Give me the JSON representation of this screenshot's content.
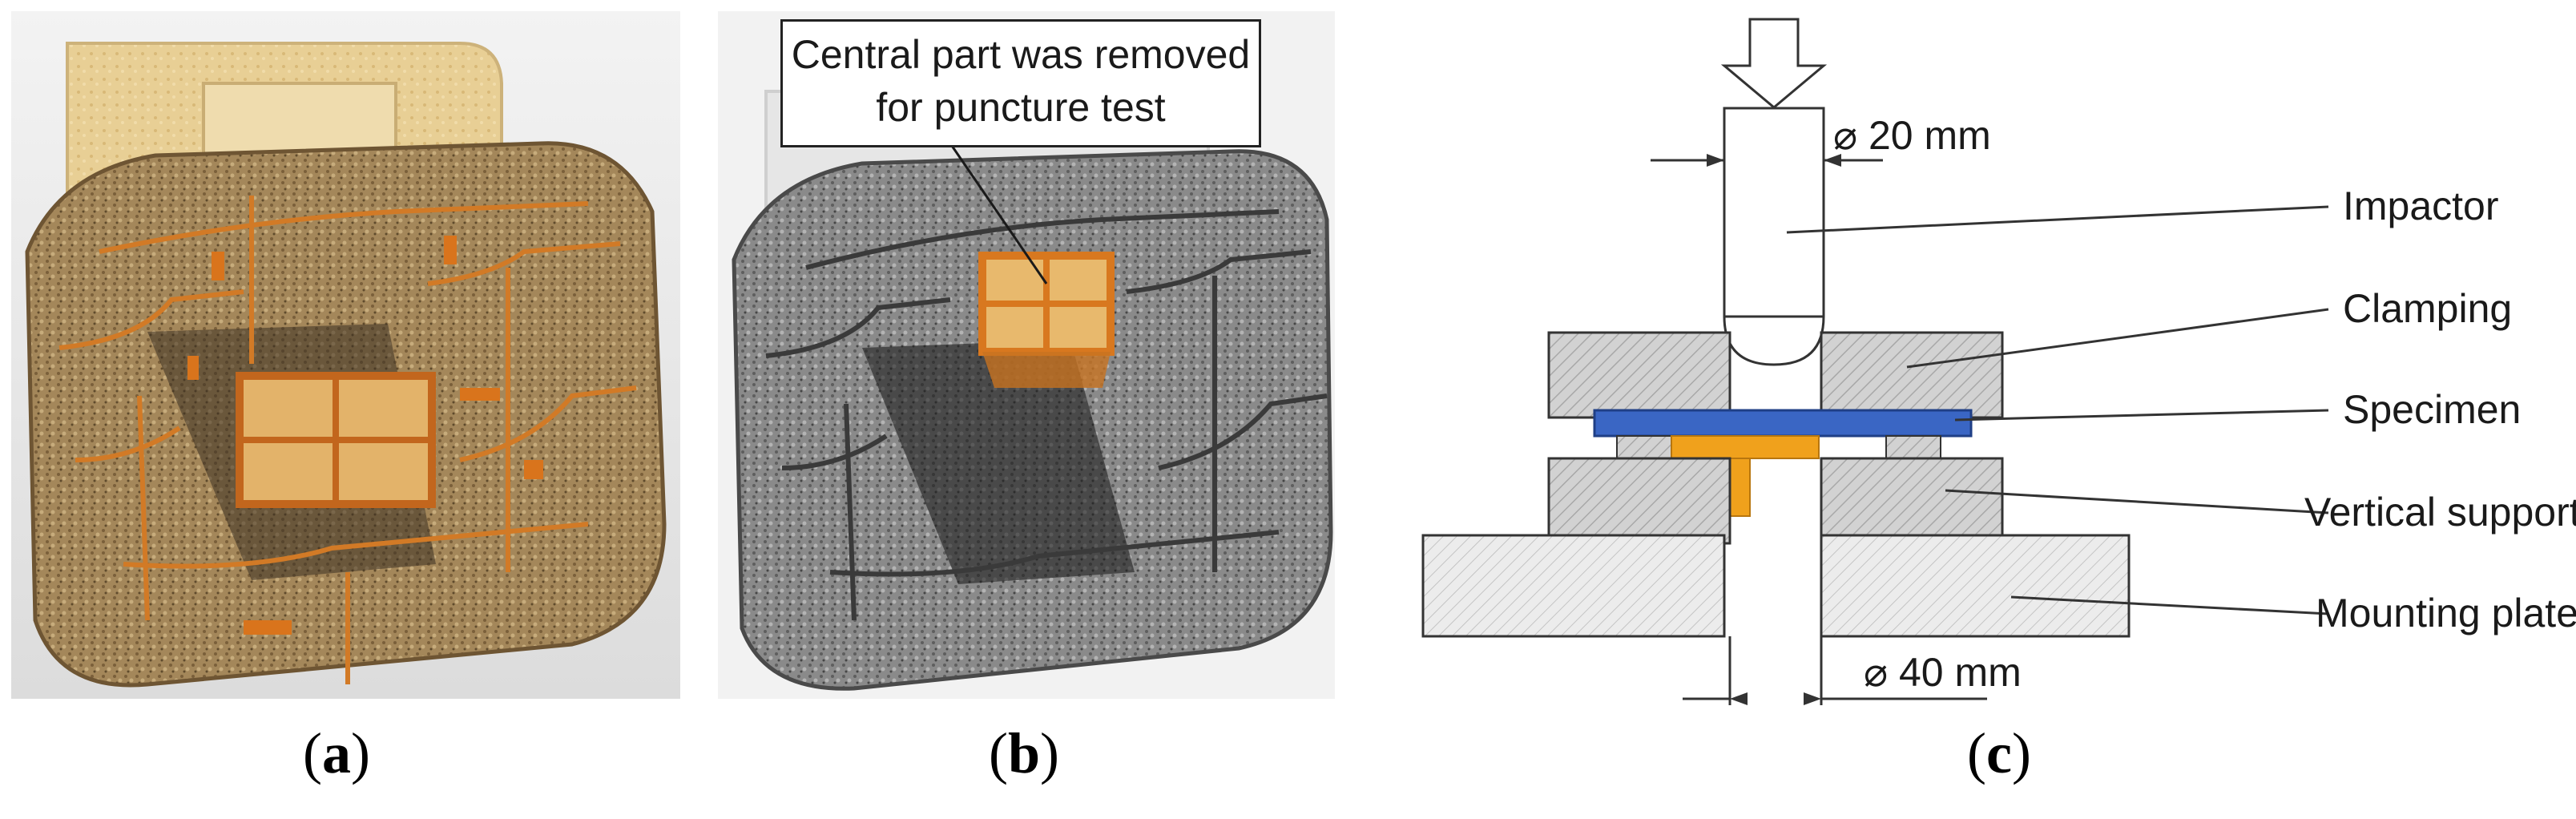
{
  "panels": [
    {
      "id": "a",
      "caption": "a"
    },
    {
      "id": "b",
      "caption": "b",
      "callout_lines": [
        "Central part was removed",
        "for puncture test"
      ]
    },
    {
      "id": "c",
      "caption": "c"
    }
  ],
  "diagram": {
    "dim_top": "⌀ 20 mm",
    "dim_bottom": "⌀ 40 mm",
    "labels": [
      "Impactor",
      "Clamping",
      "Specimen",
      "Vertical support",
      "Mounting plate"
    ]
  },
  "colors": {
    "specimen": "#3a66c4",
    "orange_part": "#f0a11c",
    "hatch_block": "#cfcfcf",
    "tray_tan": "#a88a5a",
    "frame_orange": "#d27a26"
  }
}
